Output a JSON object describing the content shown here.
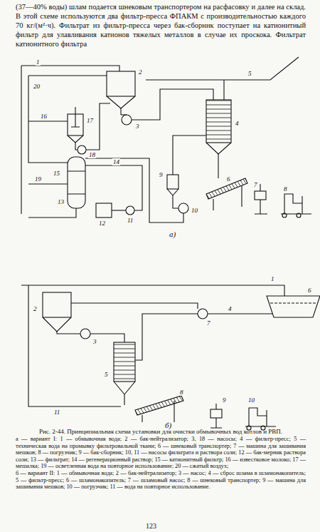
{
  "diagram": {
    "caption": "Рис. 2-44. Принципиальная схема установки для очистки обмывочных вод котлов и РВП.",
    "labels": [
      "(37—40% воды) шлам подается шнековым транспортером на расфасовку и далее на склад. В этой схеме используются два фильтр-пресса ФПАКМ с производительностью каждого 70 кг/(м²·ч). Фильтрат из фильтр-пресса через бак-сборник поступает на катионитный фильтр для улавливания катионов тяжелых металлов в случае их проскока. Фильтрат катионитного фильтра",
      "1",
      "2",
      "3",
      "18",
      "17",
      "16",
      "5",
      "4",
      "20",
      "19",
      "15",
      "14",
      "13",
      "12",
      "11",
      "9",
      "10",
      "6",
      "7",
      "8",
      "а)",
      "1",
      "2",
      "3",
      "4",
      "5",
      "6",
      "7",
      "8",
      "9",
      "10",
      "11",
      "б)",
      "а — вариант I: 1 — обмывочная вода; 2 — бак-нейтрализатор; 3, 18 — насосы; 4 — фильтр-пресс; 5 — техническая вода на промывку фильтровальной ткани; 6 — шнековый транспортер; 7 — машина для зашивания мешков; 8 — погрузчик; 9 — бак-сборник; 10, 11 — насосы фильтрата и раствора соли; 12 — бак-мерник раствора соли; 13 — фильтрат; 14 — регенерационный раствор; 15 — катионитный фильтр; 16 — известковое молоко; 17 — мешалка; 19 — осветленная вода на повторное использование; 20 — сжатый воздух;",
      "б — вариант II: 1 — обмывочная вода; 2 — бак-нейтрализатор; 3 — насос; 4 — сброс шлама в шламонакопитель; 5 — фильтр-пресс; 6 — шламонакопитель; 7 — шламовый насос; 8 — шнековый транспортер; 9 — машина для зашивания мешков; 10 — погрузчик; 11 — вода на повторное использование.",
      "123"
    ]
  }
}
